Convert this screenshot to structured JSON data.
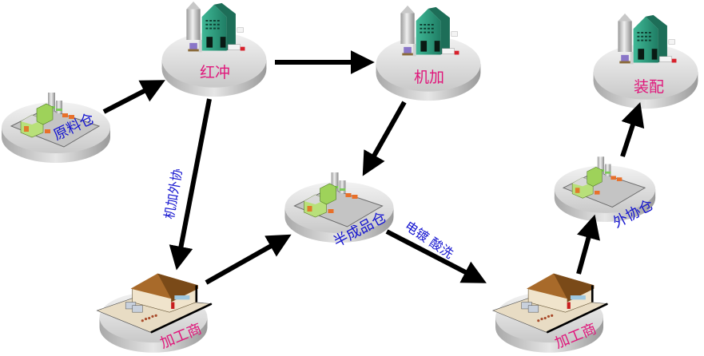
{
  "diagram": {
    "type": "process-flow",
    "nodes": [
      {
        "id": "raw",
        "label": "原料仓",
        "kind": "warehouse"
      },
      {
        "id": "hongchong",
        "label": "红冲",
        "kind": "factory"
      },
      {
        "id": "jijia",
        "label": "机加",
        "kind": "factory"
      },
      {
        "id": "zhuangpei",
        "label": "装配",
        "kind": "factory"
      },
      {
        "id": "semi",
        "label": "半成品仓",
        "kind": "warehouse"
      },
      {
        "id": "outsource_wh",
        "label": "外协仓",
        "kind": "warehouse"
      },
      {
        "id": "vendor1",
        "label": "加工商",
        "kind": "vendor"
      },
      {
        "id": "vendor2",
        "label": "加工商",
        "kind": "vendor"
      }
    ],
    "edges": [
      {
        "from": "raw",
        "to": "hongchong",
        "label": ""
      },
      {
        "from": "hongchong",
        "to": "jijia",
        "label": ""
      },
      {
        "from": "hongchong",
        "to": "vendor1",
        "label": "机加外协"
      },
      {
        "from": "jijia",
        "to": "semi",
        "label": ""
      },
      {
        "from": "vendor1",
        "to": "semi",
        "label": ""
      },
      {
        "from": "semi",
        "to": "vendor2",
        "label": "电镀  酸洗"
      },
      {
        "from": "vendor2",
        "to": "outsource_wh",
        "label": ""
      },
      {
        "from": "outsource_wh",
        "to": "zhuangpei",
        "label": ""
      }
    ]
  },
  "colors": {
    "factory_label": "#e0157a",
    "warehouse_label": "#1515d0",
    "edge_label": "#1515d0",
    "arrow": "#000000",
    "building_green": "#2a9c7e",
    "platform": "#d4d4d4"
  }
}
